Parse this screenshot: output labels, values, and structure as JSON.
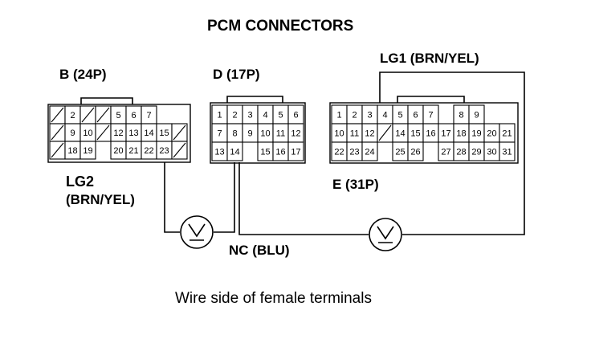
{
  "title": "PCM CONNECTORS",
  "caption": "Wire side of female terminals",
  "connectors": {
    "b": {
      "label": "B (24P)",
      "rows": [
        [
          "/",
          "2",
          "/",
          "/",
          "5",
          "6",
          "7"
        ],
        [
          "/",
          "9",
          "10",
          "/",
          "12",
          "13",
          "14",
          "15",
          "/"
        ],
        [
          "/",
          "18",
          "19",
          "",
          "20",
          "21",
          "22",
          "23",
          "/"
        ]
      ]
    },
    "d": {
      "label": "D (17P)",
      "rows": [
        [
          "1",
          "2",
          "3",
          "4",
          "5",
          "6"
        ],
        [
          "7",
          "8",
          "9",
          "10",
          "11",
          "12"
        ],
        [
          "13",
          "14",
          "",
          "15",
          "16",
          "17"
        ]
      ]
    },
    "e": {
      "label": "E (31P)",
      "rows": [
        [
          "1",
          "2",
          "3",
          "4",
          "5",
          "6",
          "7",
          "",
          "8",
          "9"
        ],
        [
          "10",
          "11",
          "12",
          "/",
          "14",
          "15",
          "16",
          "17",
          "18",
          "19",
          "20",
          "21"
        ],
        [
          "22",
          "23",
          "24",
          "",
          "25",
          "26",
          "",
          "27",
          "28",
          "29",
          "30",
          "31"
        ]
      ]
    }
  },
  "wires": {
    "lg1": "LG1 (BRN/YEL)",
    "lg2_line1": "LG2",
    "lg2_line2": "(BRN/YEL)",
    "nc": "NC (BLU)"
  },
  "meter_symbol": "V"
}
